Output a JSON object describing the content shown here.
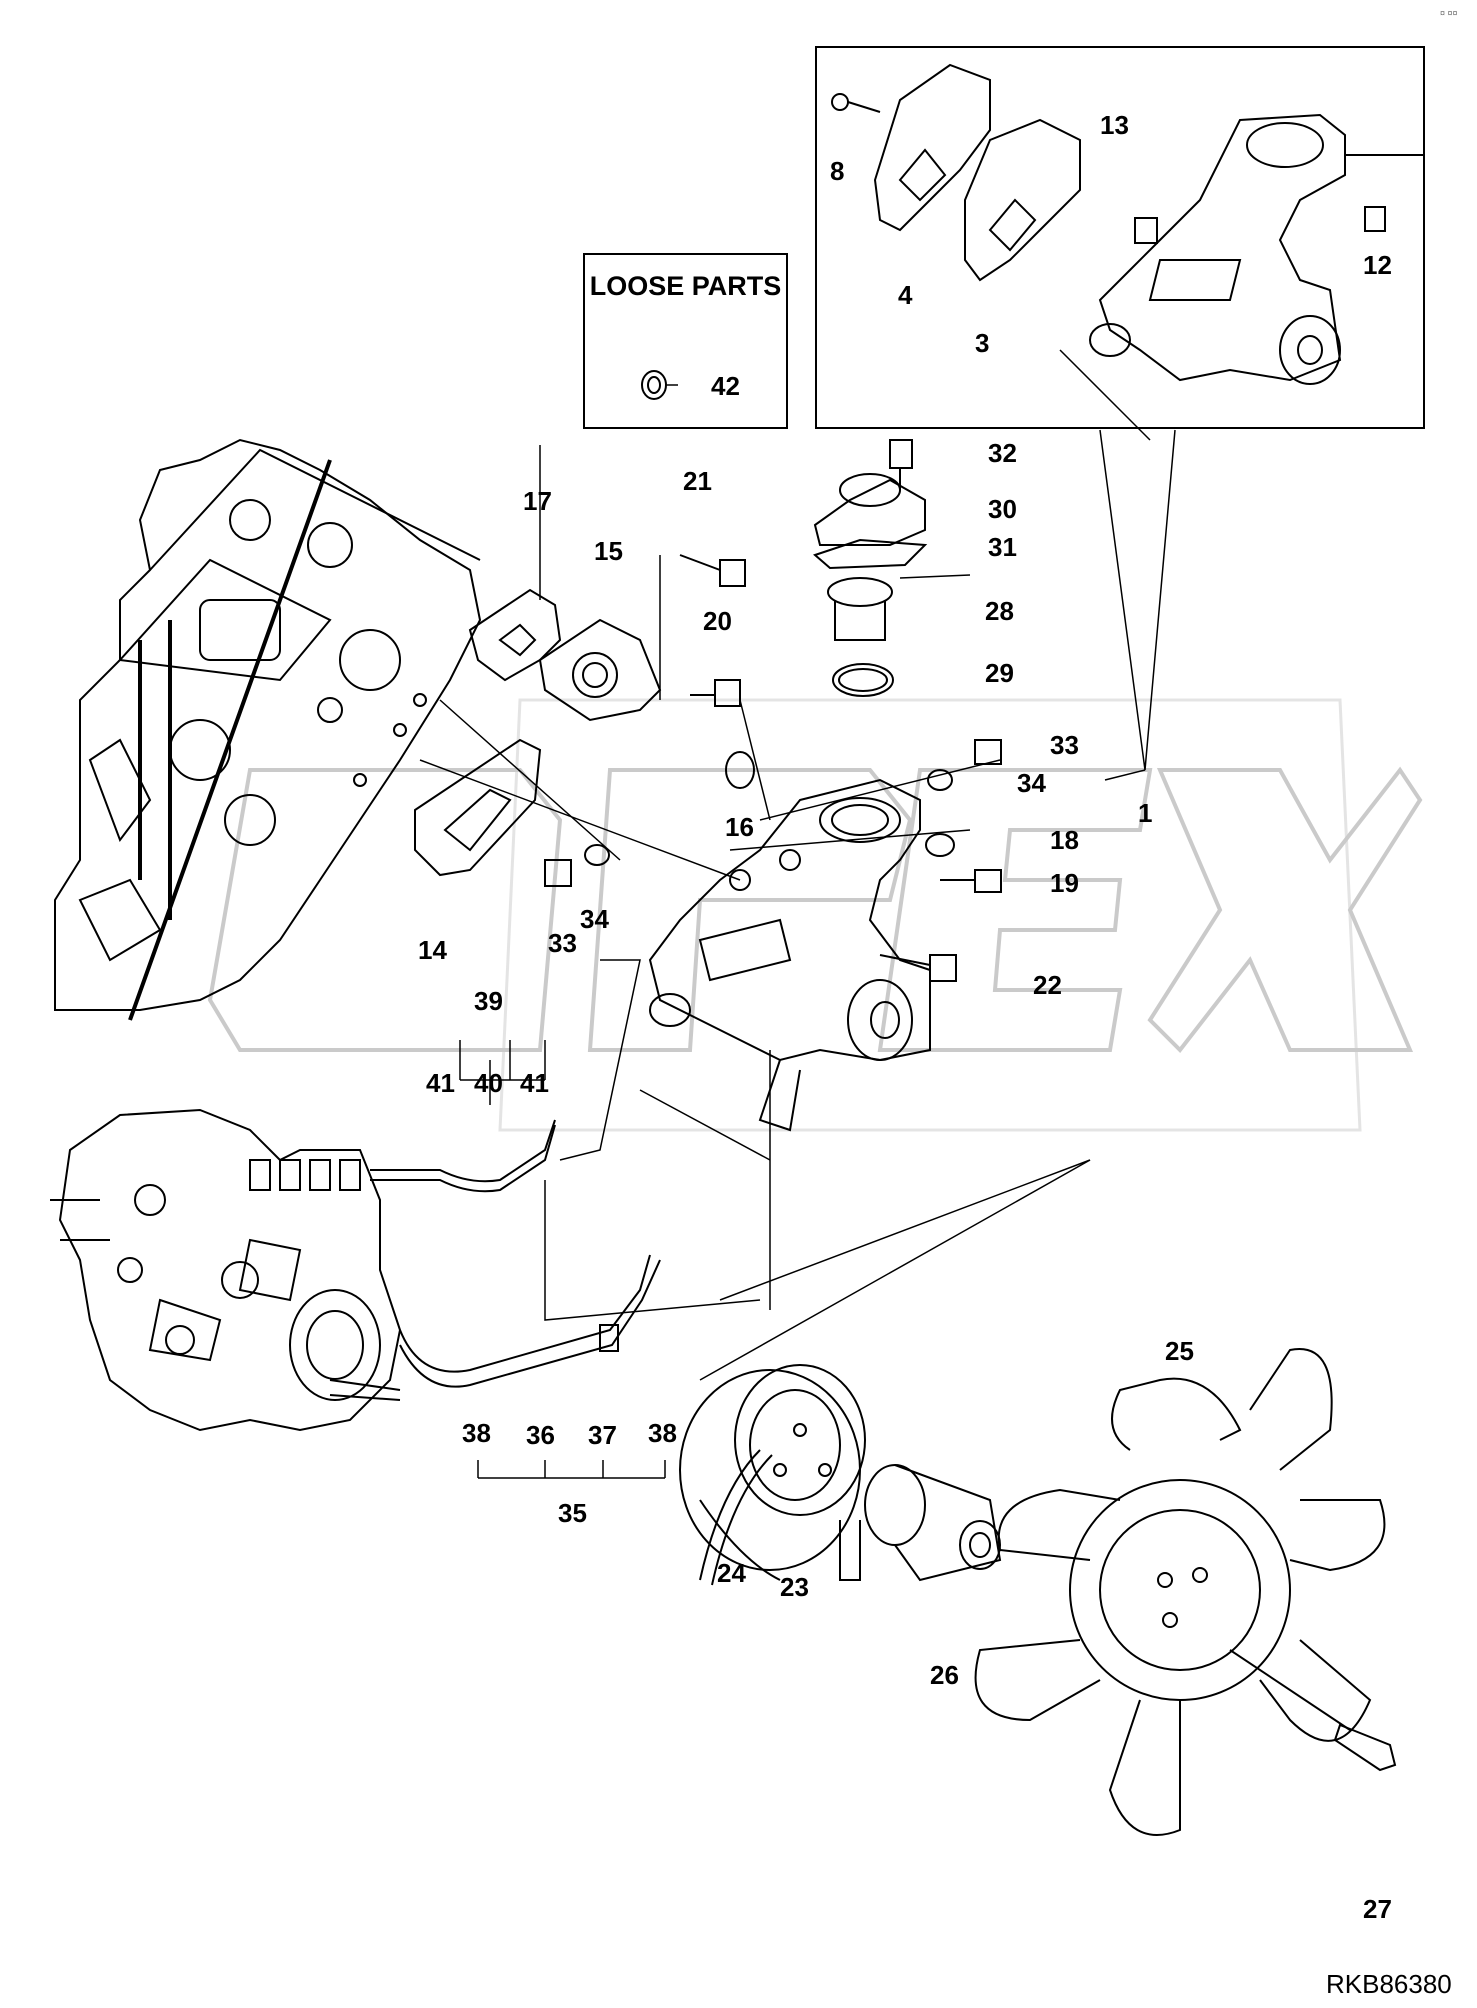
{
  "header": {
    "corner_mark": "¤ ¤¤"
  },
  "loose_parts": {
    "title": "LOOSE PARTS",
    "part": "42"
  },
  "inset": {
    "parts": [
      "8",
      "4",
      "3",
      "13",
      "12"
    ]
  },
  "callouts": {
    "p1": "1",
    "p3": "3",
    "p4": "4",
    "p8": "8",
    "p12": "12",
    "p13": "13",
    "p14": "14",
    "p15": "15",
    "p16": "16",
    "p17": "17",
    "p18": "18",
    "p19": "19",
    "p20": "20",
    "p21": "21",
    "p22": "22",
    "p23": "23",
    "p24": "24",
    "p25": "25",
    "p26": "26",
    "p27": "27",
    "p28": "28",
    "p29": "29",
    "p30": "30",
    "p31": "31",
    "p32": "32",
    "p33": "33",
    "p34": "34",
    "p35": "35",
    "p36": "36",
    "p37": "37",
    "p38": "38",
    "p39": "39",
    "p40": "40",
    "p41": "41"
  },
  "footer": {
    "drawing_ref": "RKB86380"
  },
  "watermark": {
    "text": "OPEX"
  },
  "colors": {
    "line": "#000000",
    "watermark": "#b4b4b4"
  }
}
